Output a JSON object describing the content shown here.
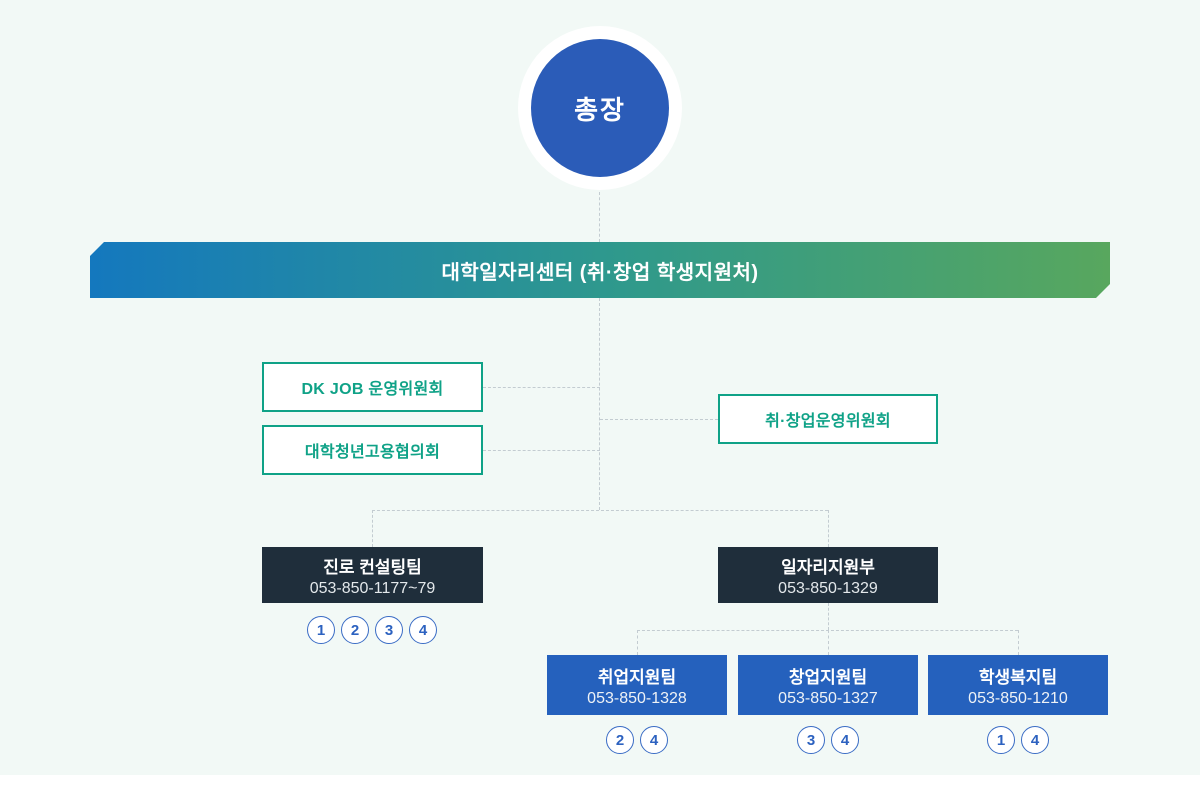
{
  "palette": {
    "background": "#f2f9f6",
    "president_blue": "#2b5cb8",
    "banner_gradient_start": "#1478be",
    "banner_gradient_mid": "#2f998c",
    "banner_gradient_end": "#58a75e",
    "committee_green": "#0fa287",
    "dept_navy": "#1f2e3b",
    "team_blue": "#2561bd",
    "badge_blue": "#2d62c0",
    "connector_gray": "#c3ccd1"
  },
  "root": {
    "label": "총장"
  },
  "banner": {
    "label": "대학일자리센터 (취·창업 학생지원처)"
  },
  "committees": {
    "dkjob": {
      "label": "DK JOB 운영위원회"
    },
    "youth_council": {
      "label": "대학청년고용협의회"
    },
    "emp_startup_council": {
      "label": "취·창업운영위원회"
    }
  },
  "departments": [
    {
      "name": "진로 컨설팅팀",
      "phone": "053-850-1177~79",
      "badges": [
        "1",
        "2",
        "3",
        "4"
      ]
    },
    {
      "name": "일자리지원부",
      "phone": "053-850-1329"
    }
  ],
  "teams": [
    {
      "name": "취업지원팀",
      "phone": "053-850-1328",
      "badges": [
        "2",
        "4"
      ]
    },
    {
      "name": "창업지원팀",
      "phone": "053-850-1327",
      "badges": [
        "3",
        "4"
      ]
    },
    {
      "name": "학생복지팀",
      "phone": "053-850-1210",
      "badges": [
        "1",
        "4"
      ]
    }
  ]
}
